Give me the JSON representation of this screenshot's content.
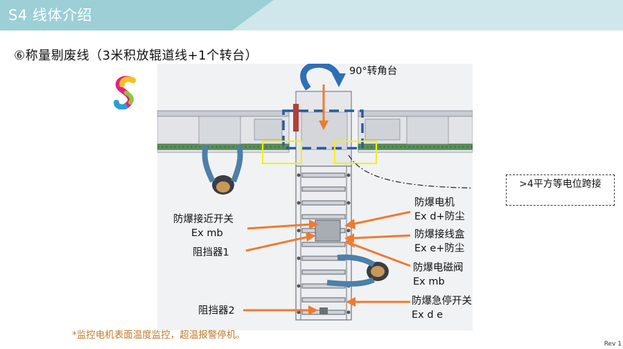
{
  "header": {
    "title": "S4 线体介绍"
  },
  "subtitle": "⑥称量剔废线（3米积放辊道线+1个转台）",
  "labels": {
    "rotary": "90°转角台",
    "prox_switch_1": "防爆接近开关",
    "prox_switch_2": "Ex mb",
    "stopper1": "阻挡器1",
    "stopper2": "阻挡器2",
    "motor_1": "防爆电机",
    "motor_2": "Ex d+防尘",
    "junction_1": "防爆接线盒",
    "junction_2": "Ex e+防尘",
    "valve_1": "防爆电磁阀",
    "valve_2": "Ex mb",
    "estop_1": "防爆急停开关",
    "estop_2": "Ex d e",
    "callout": ">4平方等电位跨接"
  },
  "note": "*监控电机表面温度监控，超温报警停机。",
  "footer": {
    "rev": "Rev 1"
  },
  "colors": {
    "header": "#a9d4d9",
    "arrow": "#ee7b30",
    "dash_blue": "#2a5aa0",
    "highlight": "#f5ee1f",
    "rotate_arrow": "#2e6fb5"
  },
  "icons": {
    "logo": "s-logo-icon"
  }
}
